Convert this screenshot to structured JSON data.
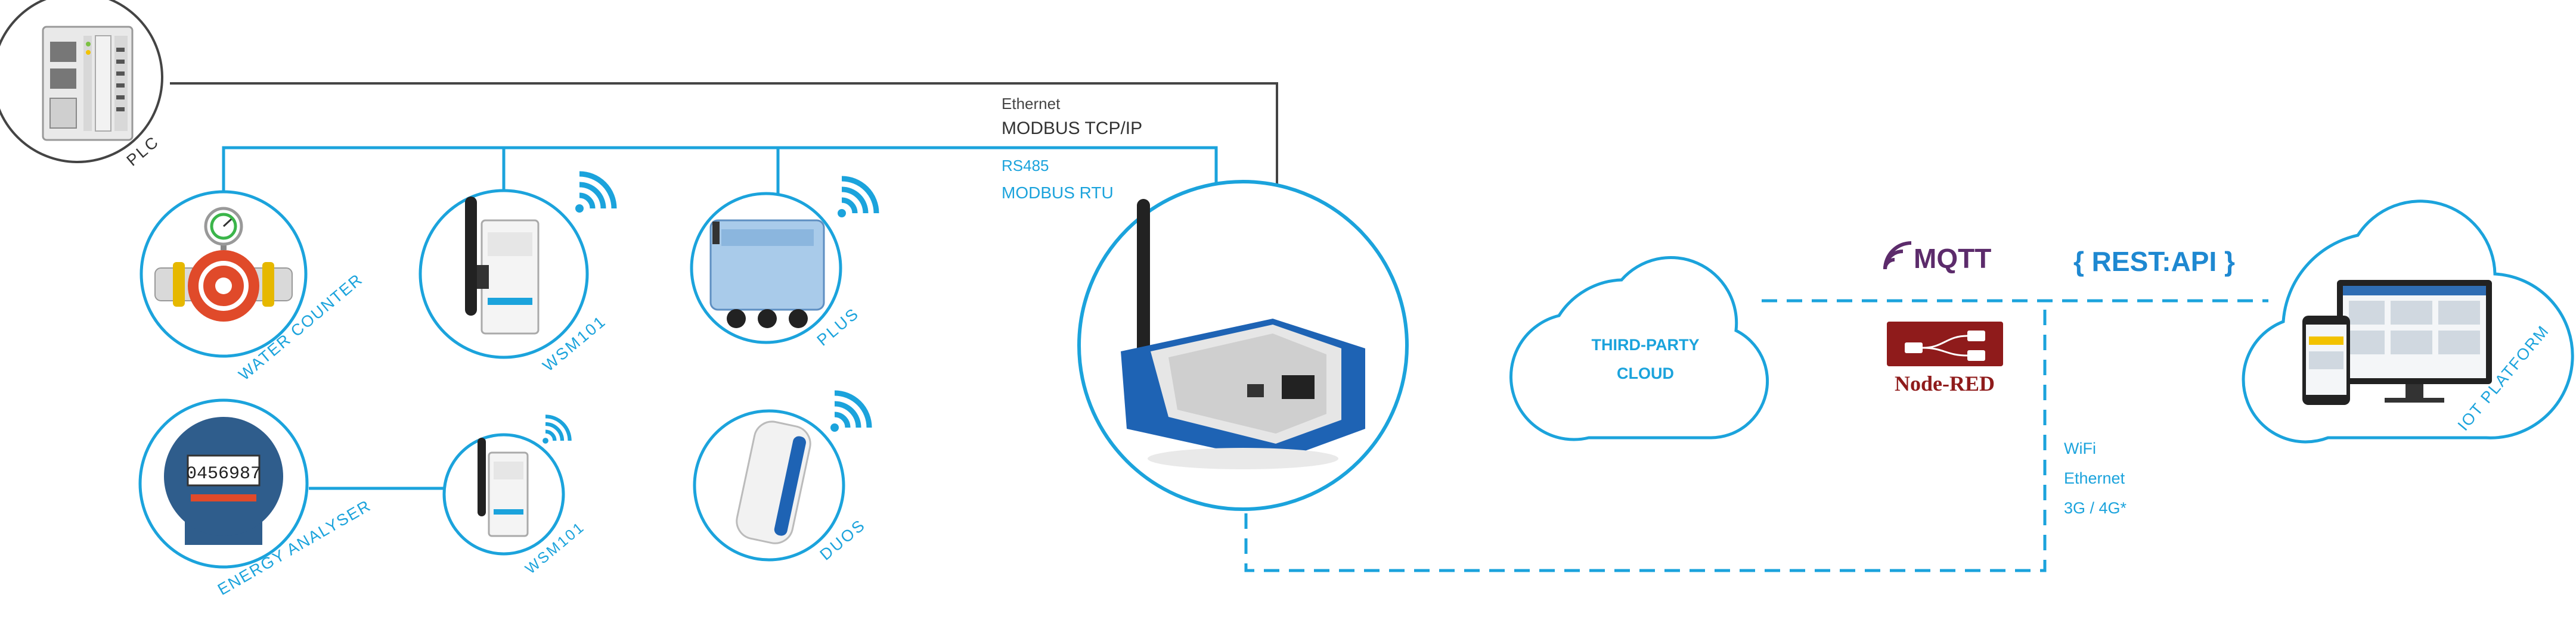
{
  "colors": {
    "accent": "#1ba3dc",
    "wire": "#444444",
    "node_red": "#8f1b1b",
    "mqtt": "#5c2b6b",
    "rest": "#1e88d1",
    "device_blue": "#1e63b4"
  },
  "nodes": {
    "plc": "PLC",
    "water_counter": "WATER COUNTER",
    "wsm101_top": "WSM101",
    "plus": "PLUS",
    "energy_analyser": "ENERGY ANALYSER",
    "energy_reading": "0456987",
    "wsm101_bottom": "WSM101",
    "duos": "DUOS",
    "third_party_cloud_line1": "THIRD-PARTY",
    "third_party_cloud_line2": "CLOUD",
    "iot_platform": "IOT PLATFORM"
  },
  "links": {
    "ethernet": "Ethernet",
    "modbus_tcp": "MODBUS TCP/IP",
    "rs485": "RS485",
    "modbus_rtu": "MODBUS RTU",
    "wifi": "WiFi",
    "ethernet_uplink": "Ethernet",
    "cellular": "3G / 4G*"
  },
  "protocols": {
    "mqtt": "MQTT",
    "rest_api": "{ REST:API }",
    "node_red": "Node-RED"
  },
  "icons": [
    "wifi-icon",
    "antenna-icon",
    "cloud-icon",
    "mqtt-logo-icon",
    "node-red-logo-icon"
  ]
}
